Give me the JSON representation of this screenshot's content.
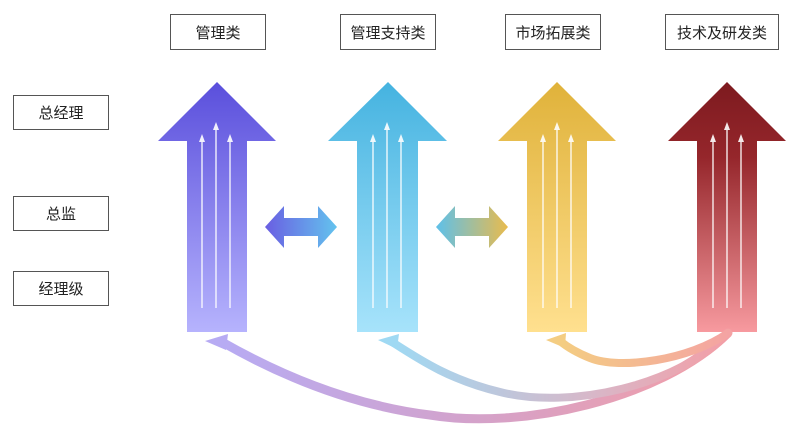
{
  "categories": [
    {
      "label": "管理类"
    },
    {
      "label": "管理支持类"
    },
    {
      "label": "市场拓展类"
    },
    {
      "label": "技术及研发类"
    }
  ],
  "levels": [
    {
      "label": "总经理"
    },
    {
      "label": "总监"
    },
    {
      "label": "经理级"
    }
  ],
  "colors": {
    "management": [
      "#5a4fdc",
      "#b6b3fd"
    ],
    "support": [
      "#45b3e0",
      "#a7e3fb"
    ],
    "market": [
      "#e0b23a",
      "#ffe08f"
    ],
    "tech": [
      "#7d1a1f",
      "#f79a9f"
    ]
  }
}
